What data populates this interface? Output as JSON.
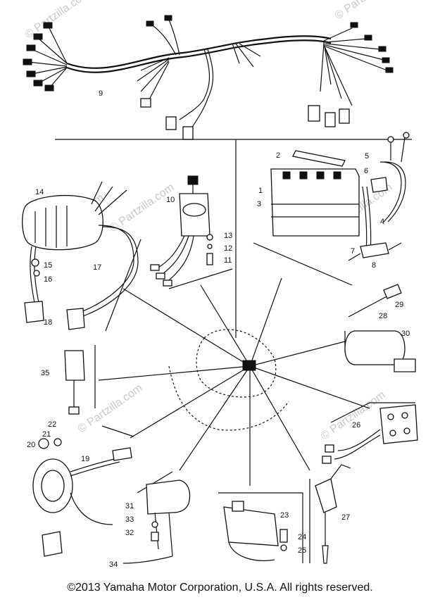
{
  "watermarks": [
    "© Partzilla.com",
    "© Partzilla.com",
    "© Partzilla.com",
    "© Partzilla.com",
    "© Partzilla.com",
    "© Partzilla.com",
    "© Partzilla.com"
  ],
  "callouts": [
    "1",
    "2",
    "3",
    "4",
    "5",
    "6",
    "7",
    "8",
    "9",
    "10",
    "11",
    "12",
    "13",
    "14",
    "15",
    "16",
    "17",
    "18",
    "19",
    "20",
    "21",
    "22",
    "23",
    "24",
    "25",
    "26",
    "27",
    "28",
    "29",
    "30",
    "31",
    "32",
    "33",
    "34",
    "35"
  ],
  "footer": {
    "copyright": "©2013 Yamaha Motor Corporation, U.S.A. All rights reserved."
  }
}
